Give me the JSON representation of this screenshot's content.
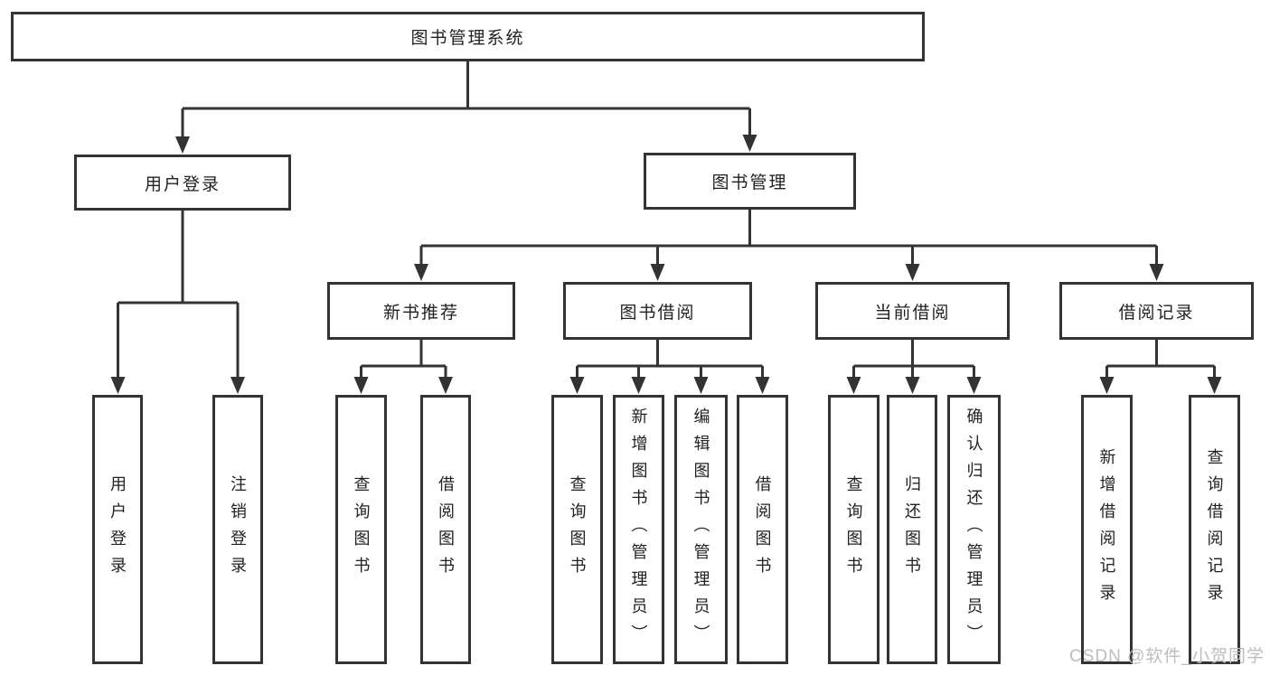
{
  "page": {
    "background": "#ffffff"
  },
  "colors": {
    "line": "#333333",
    "text": "#222222"
  },
  "watermark": {
    "text": "CSDN @软件_小贺同学",
    "color": "#bdbdbd"
  },
  "diagram": {
    "type": "hierarchy-tree",
    "root": {
      "label": "图书管理系统"
    },
    "level2": [
      {
        "id": "user-login",
        "label": "用户登录",
        "parent": "图书管理系统"
      },
      {
        "id": "book-management",
        "label": "图书管理",
        "parent": "图书管理系统"
      }
    ],
    "level3": [
      {
        "id": "new-book-recommend",
        "label": "新书推荐",
        "parent": "图书管理"
      },
      {
        "id": "book-borrowing",
        "label": "图书借阅",
        "parent": "图书管理"
      },
      {
        "id": "current-borrowing",
        "label": "当前借阅",
        "parent": "图书管理"
      },
      {
        "id": "borrowing-records",
        "label": "借阅记录",
        "parent": "图书管理"
      }
    ],
    "leaves": [
      {
        "id": "leaf-user-login",
        "label": "用户登录",
        "parent": "用户登录"
      },
      {
        "id": "leaf-logout",
        "label": "注销登录",
        "parent": "用户登录"
      },
      {
        "id": "leaf-query-books-recommend",
        "label": "查询图书",
        "parent": "新书推荐"
      },
      {
        "id": "leaf-borrow-books-recommend",
        "label": "借阅图书",
        "parent": "新书推荐"
      },
      {
        "id": "leaf-query-books-borrowing",
        "label": "查询图书",
        "parent": "图书借阅"
      },
      {
        "id": "leaf-add-books-admin",
        "label": "新增图书（管理员）",
        "parent": "图书借阅"
      },
      {
        "id": "leaf-edit-books-admin",
        "label": "编辑图书（管理员）",
        "parent": "图书借阅"
      },
      {
        "id": "leaf-borrow-books-borrowing",
        "label": "借阅图书",
        "parent": "图书借阅"
      },
      {
        "id": "leaf-query-books-current",
        "label": "查询图书",
        "parent": "当前借阅"
      },
      {
        "id": "leaf-return-books",
        "label": "归还图书",
        "parent": "当前借阅"
      },
      {
        "id": "leaf-confirm-return-admin",
        "label": "确认归还（管理员）",
        "parent": "当前借阅"
      },
      {
        "id": "leaf-add-borrow-record",
        "label": "新增借阅记录",
        "parent": "借阅记录"
      },
      {
        "id": "leaf-query-borrow-record",
        "label": "查询借阅记录",
        "parent": "借阅记录"
      }
    ]
  }
}
